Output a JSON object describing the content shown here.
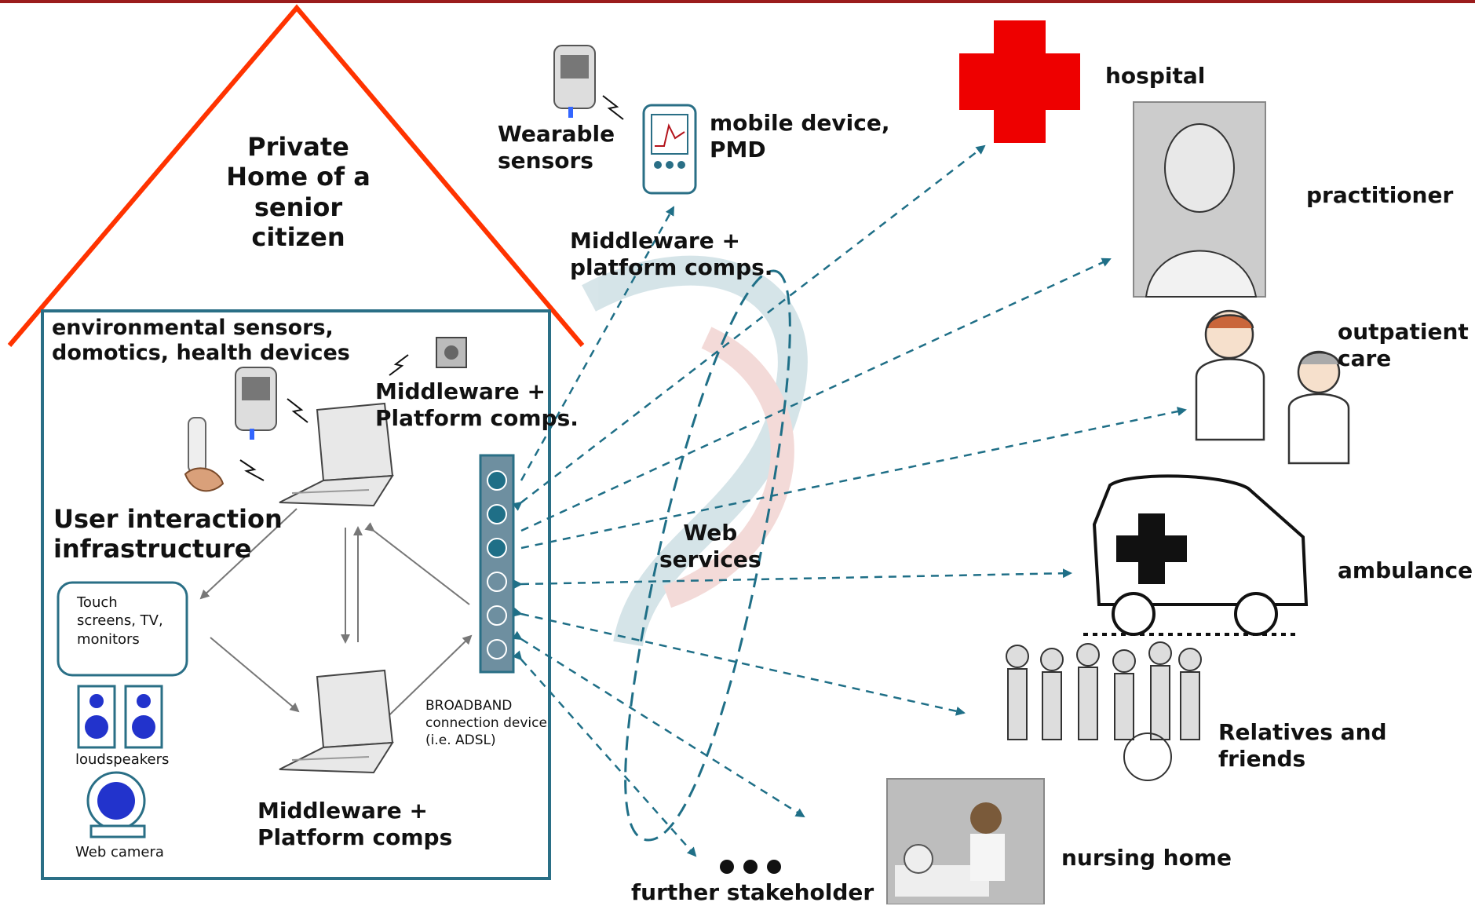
{
  "home": {
    "title": "Private\nHome of a\nsenior citizen",
    "env_sensors": "environmental sensors,\ndomotics, health devices",
    "middleware_top": "Middleware +\nPlatform comps.",
    "ui_infra": "User interaction\ninfrastructure",
    "touch_screens": "Touch\nscreens, TV,\nmonitors",
    "loudspeakers": "loudspeakers",
    "web_camera": "Web camera",
    "middleware_bottom": "Middleware +\nPlatform comps",
    "broadband": "BROADBAND\nconnection device\n(i.e. ADSL)"
  },
  "mobile": {
    "wearable": "Wearable\nsensors",
    "device": "mobile device,\nPMD",
    "middleware": "Middleware +\nplatform comps."
  },
  "web_services": "Web\nservices",
  "further": "further stakeholder",
  "stakeholders": {
    "hospital": "hospital",
    "practitioner": "practitioner",
    "outpatient": "outpatient\ncare",
    "ambulance": "ambulance",
    "relatives": "Relatives and\nfriends",
    "nursing": "nursing home"
  },
  "colors": {
    "roof": "#ff3300",
    "house_border": "#2a6f86",
    "arrow": "#1f6f87",
    "cross": "#ee0000",
    "device_blue": "#2233cc"
  }
}
